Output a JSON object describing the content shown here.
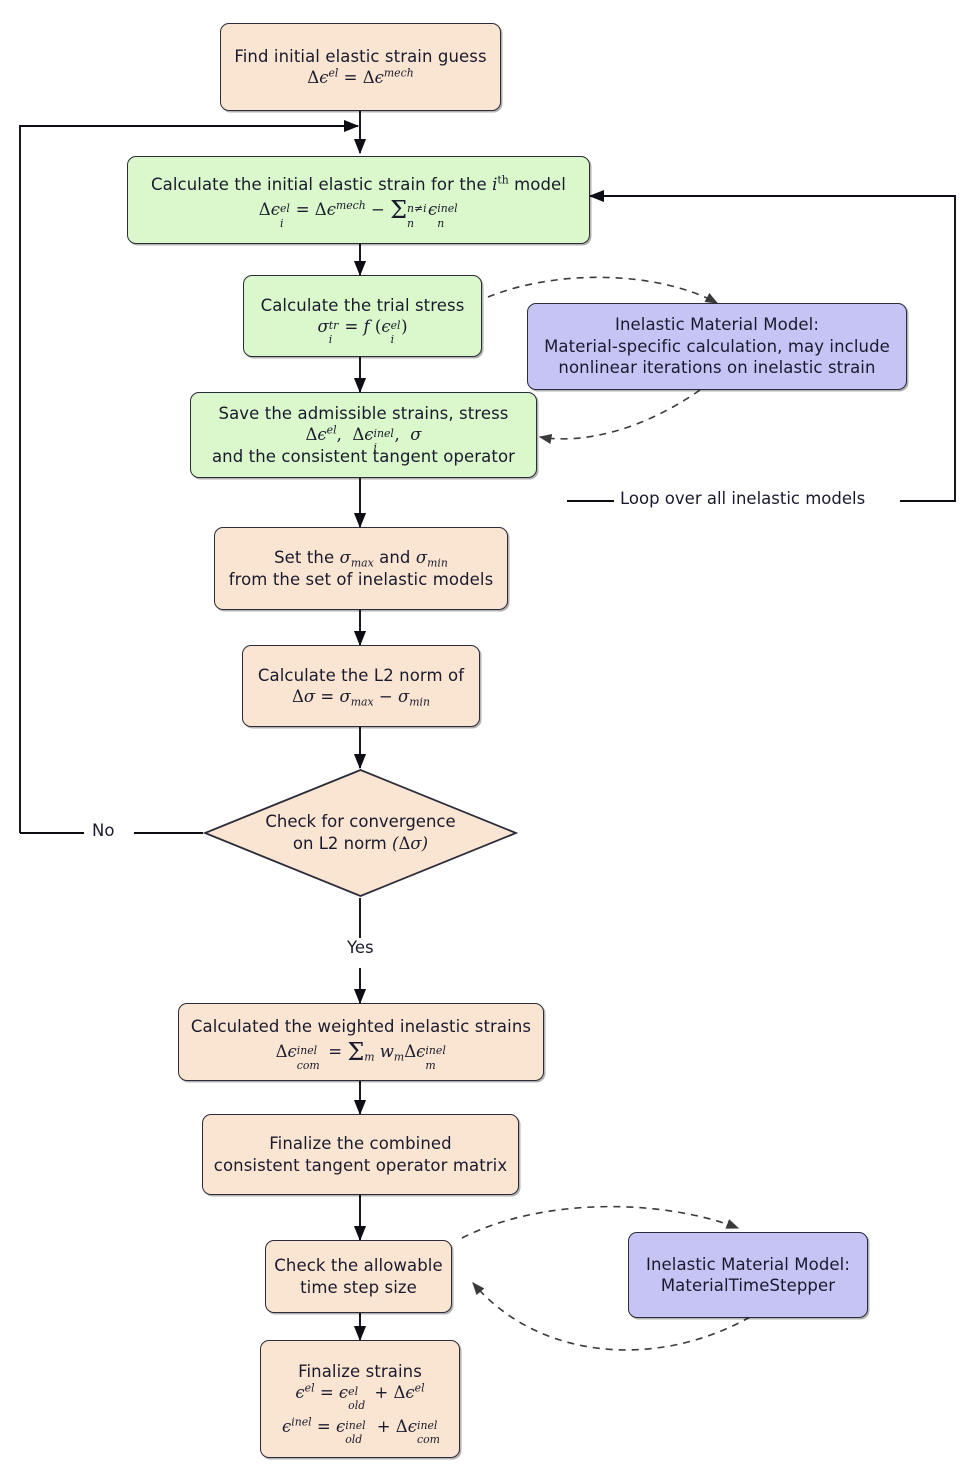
{
  "diagram": {
    "title": "Inelastic strain combination algorithm flowchart",
    "colors": {
      "peach": "#FAE5D2",
      "green": "#DAF8CB",
      "purple": "#C5C4F4",
      "stroke": "#2B2B3A",
      "background": "#FFFFFF"
    }
  },
  "nodes": {
    "initial_guess": {
      "line1": "Find initial elastic strain guess",
      "equation": "Δϵ^el = Δϵ^mech"
    },
    "initial_elastic_strain": {
      "line1": "Calculate the initial elastic strain for the i^th model",
      "equation": "Δϵ_i^el = Δϵ^mech − Σ_n^{n≠i} ϵ_n^inel"
    },
    "trial_stress": {
      "line1": "Calculate the trial stress",
      "equation": "σ_i^tr = f ( ϵ_i^el )"
    },
    "inelastic_model_calc": {
      "line1": "Inelastic Material Model:",
      "line2": "Material-specific calculation, may include",
      "line3": "nonlinear iterations on inelastic strain"
    },
    "save_admissible": {
      "line1": "Save the admissible strains, stress",
      "equation": "Δϵ^el , Δϵ_i^inel , σ",
      "line3": "and the consistent tangent operator"
    },
    "set_sigma": {
      "line1": "Set the σ_max and σ_min",
      "line2": "from the set of inelastic models"
    },
    "l2_norm": {
      "line1": "Calculate the L2 norm of",
      "equation": "Δσ = σ_max − σ_min"
    },
    "convergence_check": {
      "line1": "Check for convergence",
      "line2": "on L2 norm (Δσ)"
    },
    "weighted_strains": {
      "line1": "Calculated the weighted inelastic strains",
      "equation": "Δϵ_com^inel = Σ_m w_m Δϵ_m^inel"
    },
    "finalize_tangent": {
      "line1": "Finalize the combined",
      "line2": "consistent tangent operator matrix"
    },
    "time_step_check": {
      "line1": "Check the allowable",
      "line2": "time step size"
    },
    "material_time_stepper": {
      "line1": "Inelastic Material Model:",
      "line2": "MaterialTimeStepper"
    },
    "finalize_strains": {
      "line1": "Finalize strains",
      "equation1": "ϵ^el = ϵ_old^el + Δϵ^el",
      "equation2": "ϵ^inel = ϵ_old^inel + Δϵ_com^inel"
    }
  },
  "edge_labels": {
    "loop_models": "Loop over all inelastic models",
    "no": "No",
    "yes": "Yes"
  }
}
